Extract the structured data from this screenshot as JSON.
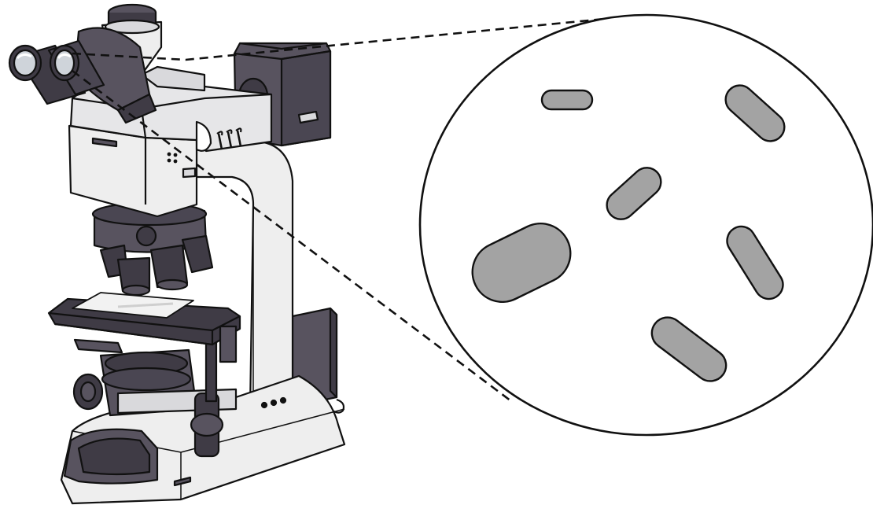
{
  "diagram": {
    "colors": {
      "background": "#ffffff",
      "outline": "#111111",
      "body_light": "#eeeeee",
      "body_mid": "#d9d9dc",
      "body_dark": "#58535f",
      "body_darker": "#3f3b45",
      "lens_glass": "#cfd4da",
      "specimen": "#a3a3a3",
      "slide_glass": "#f2f2f2"
    },
    "microscope": {
      "icon": "microscope-icon",
      "parts": [
        "eyepieces",
        "camera-port",
        "head",
        "lamp-housing",
        "arm",
        "objective-turret",
        "stage",
        "glass-slide",
        "condenser",
        "focus-knobs",
        "base",
        "power-supply"
      ]
    },
    "magnified_view": {
      "icon": "magnifier-circle",
      "connector": "dashed",
      "specimen_shape": "rod-shaped",
      "specimen_count": 6
    }
  }
}
